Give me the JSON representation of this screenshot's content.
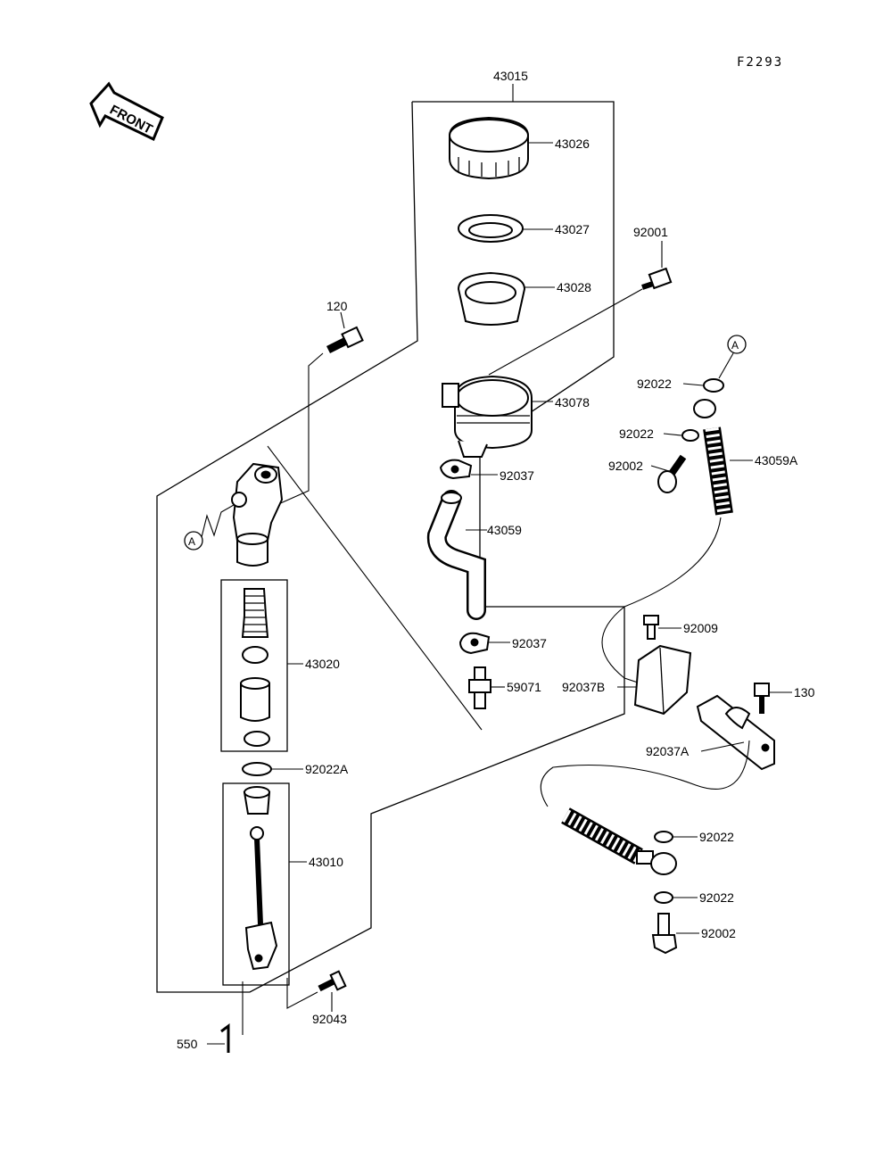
{
  "figure_code": "F2293",
  "front_arrow_label": "FRONT",
  "callout_marker": "A",
  "parts": {
    "p43015": "43015",
    "p43026": "43026",
    "p43027": "43027",
    "p43028": "43028",
    "p43078": "43078",
    "p92037a": "92037",
    "p43059": "43059",
    "p92037b": "92037",
    "p59071": "59071",
    "p92001": "92001",
    "p120": "120",
    "p92022_a": "92022",
    "p92022_b": "92022",
    "p92002_a": "92002",
    "p43059A": "43059A",
    "p92009": "92009",
    "p92037B": "92037B",
    "p130": "130",
    "p92037A": "92037A",
    "p92022_c": "92022",
    "p92022_d": "92022",
    "p92002_b": "92002",
    "p43020": "43020",
    "p92022A": "92022A",
    "p43010": "43010",
    "p92043": "92043",
    "p550": "550"
  }
}
